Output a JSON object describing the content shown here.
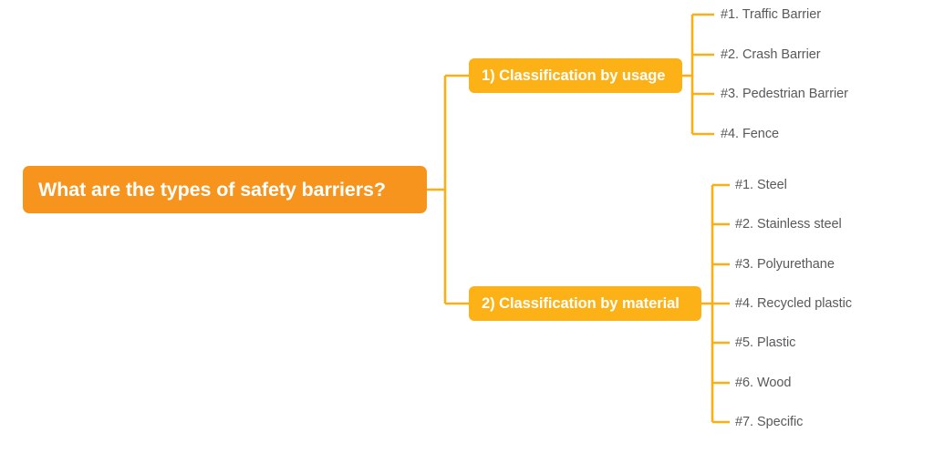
{
  "diagram": {
    "type": "mindmap",
    "orientation": "left-to-right",
    "background_color": "#FFFFFF",
    "colors": {
      "root_fill": "#F7941D",
      "branch_fill": "#FCB116",
      "connector": "#FBAF17",
      "root_text": "#FFFFFF",
      "branch_text": "#FFFFFF",
      "leaf_text": "#58595B"
    },
    "root": {
      "label": "What are the types of safety barriers?"
    },
    "branches": [
      {
        "label": "1) Classification by usage",
        "leaves": [
          {
            "label": "#1. Traffic Barrier"
          },
          {
            "label": "#2. Crash Barrier"
          },
          {
            "label": "#3. Pedestrian Barrier"
          },
          {
            "label": "#4. Fence"
          }
        ]
      },
      {
        "label": "2) Classification by material",
        "leaves": [
          {
            "label": "#1. Steel"
          },
          {
            "label": "#2. Stainless steel"
          },
          {
            "label": "#3. Polyurethane"
          },
          {
            "label": "#4. Recycled plastic"
          },
          {
            "label": "#5. Plastic"
          },
          {
            "label": "#6. Wood"
          },
          {
            "label": "#7. Specific"
          }
        ]
      }
    ]
  }
}
